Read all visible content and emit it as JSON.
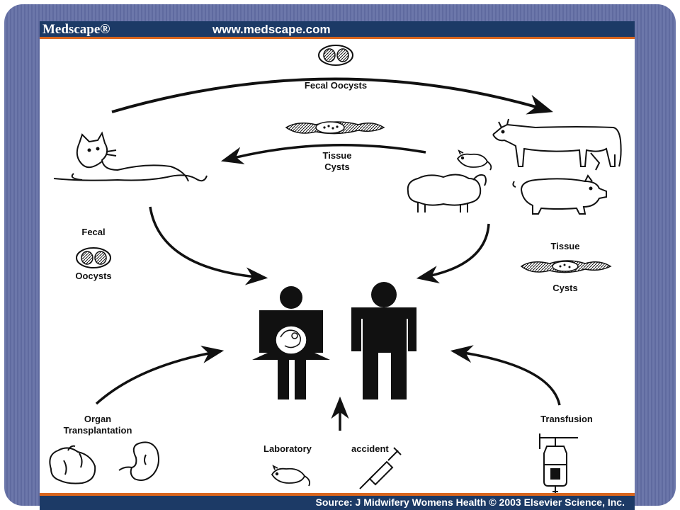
{
  "header": {
    "brand": "Medscape®",
    "url": "www.medscape.com"
  },
  "footer": {
    "source": "Source: J Midwifery Womens Health © 2003 Elsevier Science, Inc."
  },
  "diagram": {
    "labels": {
      "fecal_oocysts_top": "Fecal Oocysts",
      "tissue_cysts_center_line1": "Tissue",
      "tissue_cysts_center_line2": "Cysts",
      "fecal_left_line1": "Fecal",
      "fecal_left_line2": "Oocysts",
      "tissue_right_line1": "Tissue",
      "tissue_right_line2": "Cysts",
      "organ_line1": "Organ",
      "organ_line2": "Transplantation",
      "laboratory": "Laboratory",
      "accident": "accident",
      "transfusion": "Transfusion"
    },
    "icons": [
      "oocyst-icon",
      "tissue-cyst-icon",
      "cat-icon",
      "cow-icon",
      "sheep-icon",
      "pig-icon",
      "mouse-icon",
      "woman-pregnant-icon",
      "man-icon",
      "heart-icon",
      "kidney-icon",
      "syringe-icon",
      "iv-bag-icon"
    ]
  }
}
